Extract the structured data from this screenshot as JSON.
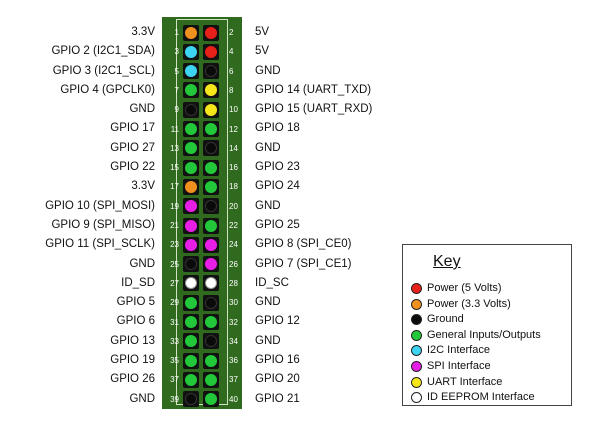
{
  "rows": [
    {
      "odd": {
        "num": "1",
        "label": "3.3V",
        "type": "p33"
      },
      "even": {
        "num": "2",
        "label": "5V",
        "type": "p5"
      }
    },
    {
      "odd": {
        "num": "3",
        "label": "GPIO 2 (I2C1_SDA)",
        "type": "i2c"
      },
      "even": {
        "num": "4",
        "label": "5V",
        "type": "p5"
      }
    },
    {
      "odd": {
        "num": "5",
        "label": "GPIO 3 (I2C1_SCL)",
        "type": "i2c"
      },
      "even": {
        "num": "6",
        "label": "GND",
        "type": "gnd"
      }
    },
    {
      "odd": {
        "num": "7",
        "label": "GPIO 4 (GPCLK0)",
        "type": "gpio"
      },
      "even": {
        "num": "8",
        "label": "GPIO 14 (UART_TXD)",
        "type": "uart"
      }
    },
    {
      "odd": {
        "num": "9",
        "label": "GND",
        "type": "gnd"
      },
      "even": {
        "num": "10",
        "label": "GPIO 15 (UART_RXD)",
        "type": "uart"
      }
    },
    {
      "odd": {
        "num": "11",
        "label": "GPIO 17",
        "type": "gpio"
      },
      "even": {
        "num": "12",
        "label": "GPIO 18",
        "type": "gpio"
      }
    },
    {
      "odd": {
        "num": "13",
        "label": "GPIO 27",
        "type": "gpio"
      },
      "even": {
        "num": "14",
        "label": "GND",
        "type": "gnd"
      }
    },
    {
      "odd": {
        "num": "15",
        "label": "GPIO 22",
        "type": "gpio"
      },
      "even": {
        "num": "16",
        "label": "GPIO 23",
        "type": "gpio"
      }
    },
    {
      "odd": {
        "num": "17",
        "label": "3.3V",
        "type": "p33"
      },
      "even": {
        "num": "18",
        "label": "GPIO 24",
        "type": "gpio"
      }
    },
    {
      "odd": {
        "num": "19",
        "label": "GPIO 10 (SPI_MOSI)",
        "type": "spi"
      },
      "even": {
        "num": "20",
        "label": "GND",
        "type": "gnd"
      }
    },
    {
      "odd": {
        "num": "21",
        "label": "GPIO 9 (SPI_MISO)",
        "type": "spi"
      },
      "even": {
        "num": "22",
        "label": "GPIO 25",
        "type": "gpio"
      }
    },
    {
      "odd": {
        "num": "23",
        "label": "GPIO 11 (SPI_SCLK)",
        "type": "spi"
      },
      "even": {
        "num": "24",
        "label": "GPIO 8 (SPI_CE0)",
        "type": "spi"
      }
    },
    {
      "odd": {
        "num": "25",
        "label": "GND",
        "type": "gnd"
      },
      "even": {
        "num": "26",
        "label": "GPIO 7 (SPI_CE1)",
        "type": "spi"
      }
    },
    {
      "odd": {
        "num": "27",
        "label": "ID_SD",
        "type": "eeprom"
      },
      "even": {
        "num": "28",
        "label": "ID_SC",
        "type": "eeprom"
      }
    },
    {
      "odd": {
        "num": "29",
        "label": "GPIO 5",
        "type": "gpio"
      },
      "even": {
        "num": "30",
        "label": "GND",
        "type": "gnd"
      }
    },
    {
      "odd": {
        "num": "31",
        "label": "GPIO 6",
        "type": "gpio"
      },
      "even": {
        "num": "32",
        "label": "GPIO 12",
        "type": "gpio"
      }
    },
    {
      "odd": {
        "num": "33",
        "label": "GPIO 13",
        "type": "gpio"
      },
      "even": {
        "num": "34",
        "label": "GND",
        "type": "gnd"
      }
    },
    {
      "odd": {
        "num": "35",
        "label": "GPIO 19",
        "type": "gpio"
      },
      "even": {
        "num": "36",
        "label": "GPIO 16",
        "type": "gpio"
      }
    },
    {
      "odd": {
        "num": "37",
        "label": "GPIO 26",
        "type": "gpio"
      },
      "even": {
        "num": "37",
        "label": "GPIO 20",
        "type": "gpio"
      }
    },
    {
      "odd": {
        "num": "39",
        "label": "GND",
        "type": "gnd"
      },
      "even": {
        "num": "40",
        "label": "GPIO 21",
        "type": "gpio"
      }
    }
  ],
  "colors": {
    "p5": "#e8201a",
    "p33": "#f0901e",
    "gnd": "#0a0a0a",
    "gpio": "#22c83a",
    "i2c": "#3cd4f0",
    "spi": "#e81ee6",
    "uart": "#f5e61a",
    "eeprom": "#ffffff"
  },
  "key": {
    "title": "Key",
    "items": [
      {
        "type": "p5",
        "label": "Power (5 Volts)"
      },
      {
        "type": "p33",
        "label": "Power (3.3 Volts)"
      },
      {
        "type": "gnd",
        "label": "Ground"
      },
      {
        "type": "gpio",
        "label": "General Inputs/Outputs"
      },
      {
        "type": "i2c",
        "label": "I2C Interface"
      },
      {
        "type": "spi",
        "label": "SPI Interface"
      },
      {
        "type": "uart",
        "label": "UART Interface"
      },
      {
        "type": "eeprom",
        "label": "ID EEPROM Interface"
      }
    ]
  }
}
